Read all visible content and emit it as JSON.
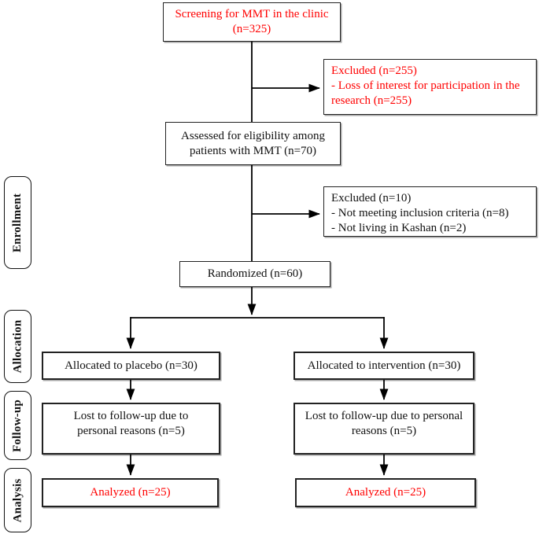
{
  "colors": {
    "highlight_red": "#ff0000",
    "text_black": "#111111",
    "box_border": "#222222"
  },
  "stage_labels": [
    {
      "label": "Enrollment"
    },
    {
      "label": "Allocation"
    },
    {
      "label": "Follow-up"
    },
    {
      "label": "Analysis"
    }
  ],
  "boxes": {
    "screening": {
      "lines": [
        "Screening for MMT in the clinic",
        "(n=325)"
      ]
    },
    "excluded_screening": {
      "lines": [
        "Excluded (n=255)",
        "- Loss of interest for participation in the research (n=255)"
      ]
    },
    "assessed": {
      "lines": [
        "Assessed for eligibility among",
        "patients with MMT (n=70)"
      ]
    },
    "excluded_eligibility": {
      "lines": [
        "Excluded (n=10)",
        "- Not meeting inclusion criteria (n=8)",
        "- Not living in Kashan (n=2)"
      ]
    },
    "randomized": {
      "text": "Randomized (n=60)"
    },
    "allocated_placebo": {
      "text": "Allocated to placebo (n=30)"
    },
    "allocated_intervention": {
      "text": "Allocated to intervention (n=30)"
    },
    "lost_placebo": {
      "lines": [
        "Lost to follow-up due to",
        "personal reasons (n=5)"
      ]
    },
    "lost_intervention": {
      "lines": [
        "Lost to follow-up due to personal",
        "reasons (n=5)"
      ]
    },
    "analyzed_placebo": {
      "text": "Analyzed (n=25)"
    },
    "analyzed_intervention": {
      "text": "Analyzed (n=25)"
    }
  }
}
